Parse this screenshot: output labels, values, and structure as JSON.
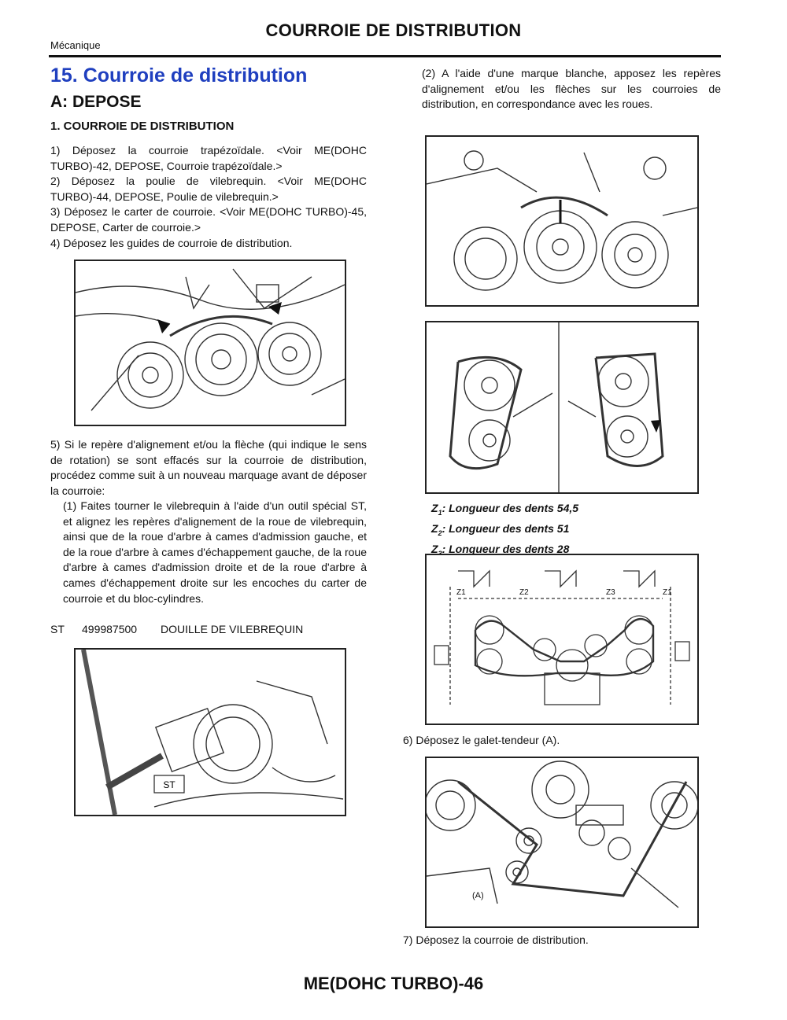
{
  "header": {
    "title": "COURROIE DE DISTRIBUTION",
    "section": "Mécanique"
  },
  "section": {
    "number_title": "15. Courroie de distribution",
    "subsection_a": "A: DEPOSE",
    "subsection_1": "1. COURROIE DE DISTRIBUTION"
  },
  "left_column": {
    "steps_1_4": [
      "1) Déposez la courroie trapézoïdale. <Voir ME(DOHC TURBO)-42, DEPOSE, Courroie trapézoïdale.>",
      "2) Déposez la poulie de vilebrequin. <Voir ME(DOHC TURBO)-44, DEPOSE, Poulie de vilebrequin.>",
      "3) Déposez le carter de courroie. <Voir ME(DOHC TURBO)-45, DEPOSE, Carter de courroie.>",
      "4) Déposez les guides de courroie de distribution."
    ],
    "step_5": "5) Si le repère d'alignement et/ou la flèche (qui indique le sens de rotation) se sont effacés sur la courroie de distribution, procédez comme suit à un nouveau marquage avant de déposer la courroie:",
    "step_5_1": "(1) Faites tourner le vilebrequin à l'aide d'un outil spécial ST, et alignez les repères d'alignement de la roue de vilebrequin, ainsi que de la roue d'arbre à cames d'admission gauche, et de la roue d'arbre à cames d'échappement gauche, de la roue d'arbre à cames d'admission droite et de la roue d'arbre à cames d'échappement droite sur les encoches du carter de courroie et du bloc-cylindres.",
    "st_tool": {
      "label": "ST",
      "number": "499987500",
      "name": "DOUILLE DE VILEBREQUIN"
    },
    "fig_tool_label": "ST"
  },
  "right_column": {
    "step_5_2": "(2) A l'aide d'une marque blanche, apposez les repères d'alignement et/ou les flèches sur les courroies de distribution, en correspondance avec les roues.",
    "legend": [
      {
        "sym": "Z",
        "sub": "1",
        "text": ": Longueur des dents 54,5"
      },
      {
        "sym": "Z",
        "sub": "2",
        "text": ": Longueur des dents 51"
      },
      {
        "sym": "Z",
        "sub": "3",
        "text": ": Longueur des dents 28"
      }
    ],
    "fig_z_labels": [
      "Z1",
      "Z2",
      "Z3",
      "Z1"
    ],
    "step_6": "6) Déposez le galet-tendeur (A).",
    "fig_a_label": "(A)",
    "step_7": "7) Déposez la courroie de distribution."
  },
  "footer": {
    "page": "ME(DOHC TURBO)-46"
  }
}
